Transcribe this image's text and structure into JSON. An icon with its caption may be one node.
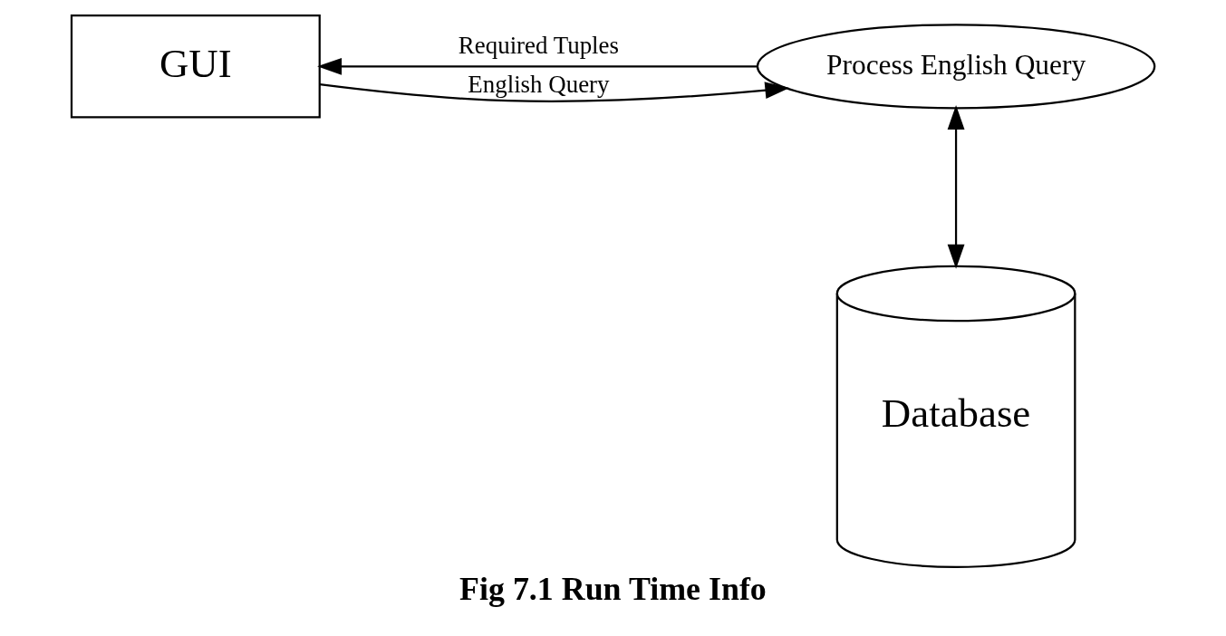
{
  "diagram": {
    "caption": "Fig 7.1 Run Time Info",
    "nodes": [
      {
        "text": [
          "GUI"
        ]
      },
      {
        "text": [
          "Process English Query"
        ]
      },
      {
        "text": [
          "Database"
        ]
      }
    ],
    "edges": [
      {
        "from": 0,
        "to": 1,
        "arrow": "to",
        "label": "English Query"
      },
      {
        "from": 1,
        "to": 0,
        "arrow": "to",
        "label": "Required Tuples"
      },
      {
        "from": 1,
        "to": 2,
        "arrow": "both"
      }
    ]
  }
}
